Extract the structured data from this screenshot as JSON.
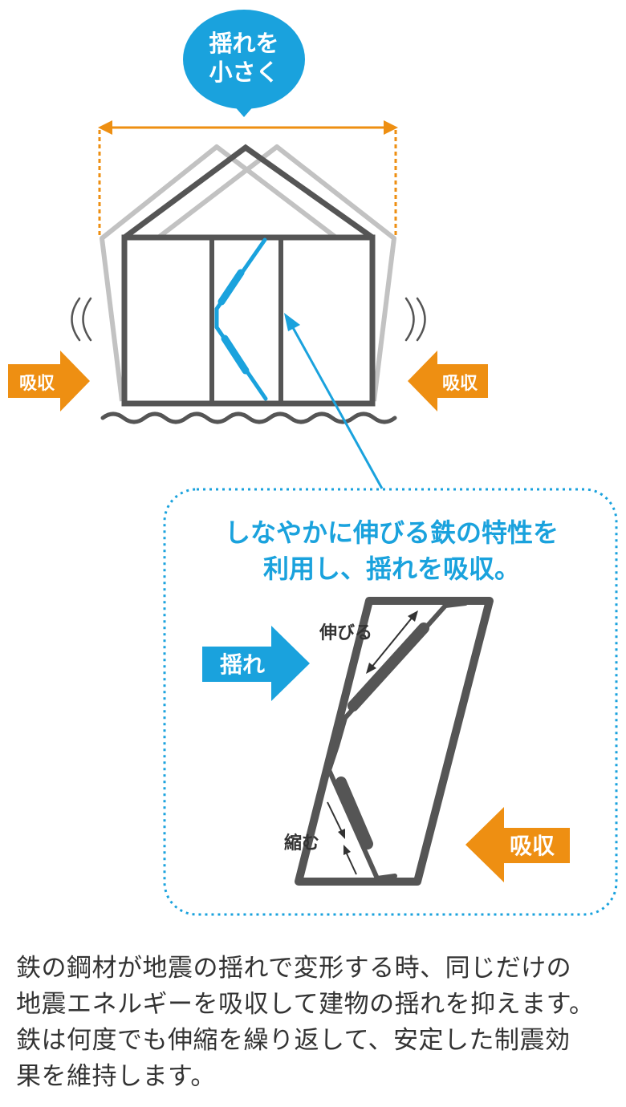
{
  "bubble": {
    "line1": "揺れを",
    "line2": "小さく"
  },
  "labels": {
    "absorb_left": "吸収",
    "absorb_right": "吸収",
    "detail_title_line1": "しなやかに伸びる鉄の特性を",
    "detail_title_line2": "利用し、揺れを吸収。",
    "sway": "揺れ",
    "stretch": "伸びる",
    "shrink": "縮む",
    "absorb_detail": "吸収"
  },
  "caption": {
    "line1": "鉄の鋼材が地震の揺れで変形する時、同じだけの",
    "line2": "地震エネルギーを吸収して建物の揺れを抑えます。",
    "line3": "鉄は何度でも伸縮を繰り返して、安定した制震効",
    "line4": "果を維持します。"
  },
  "colors": {
    "blue": "#1aa2dd",
    "orange": "#ee8f12",
    "house": "#555555",
    "ghost": "#c2c2c2",
    "text": "#333333"
  }
}
